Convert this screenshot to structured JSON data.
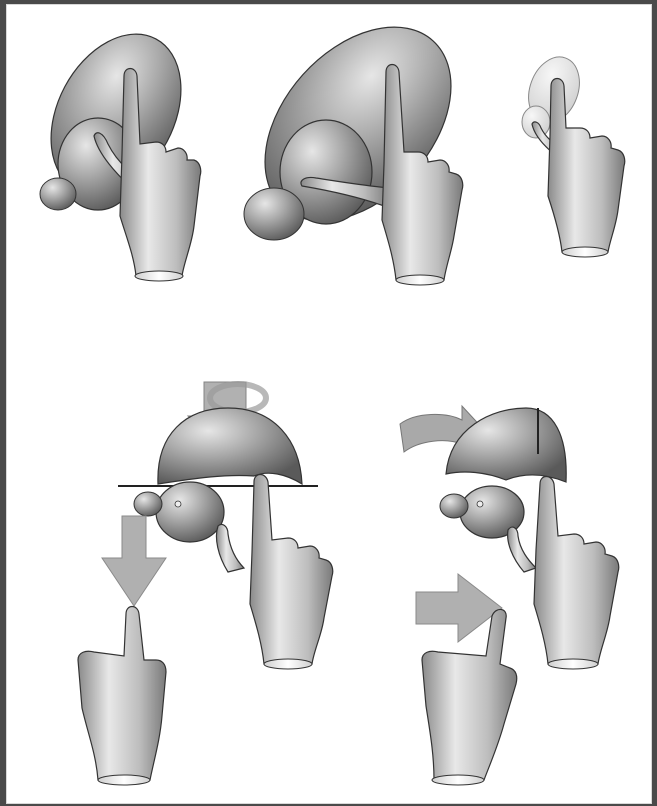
{
  "figure": {
    "panels": [
      {
        "id": "pinch-small"
      },
      {
        "id": "pinch-large"
      },
      {
        "id": "pinch-ghost"
      },
      {
        "id": "drag-down-cut"
      },
      {
        "id": "drag-right-rotate"
      }
    ],
    "colors": {
      "background": "#ffffff",
      "shape_fill": "#9a9a9a",
      "hand_fill": "#bdbdbd",
      "arrow_fill": "#b0b0b0",
      "outline": "#2b2b2b",
      "window_border": "#4a4a4a"
    }
  }
}
